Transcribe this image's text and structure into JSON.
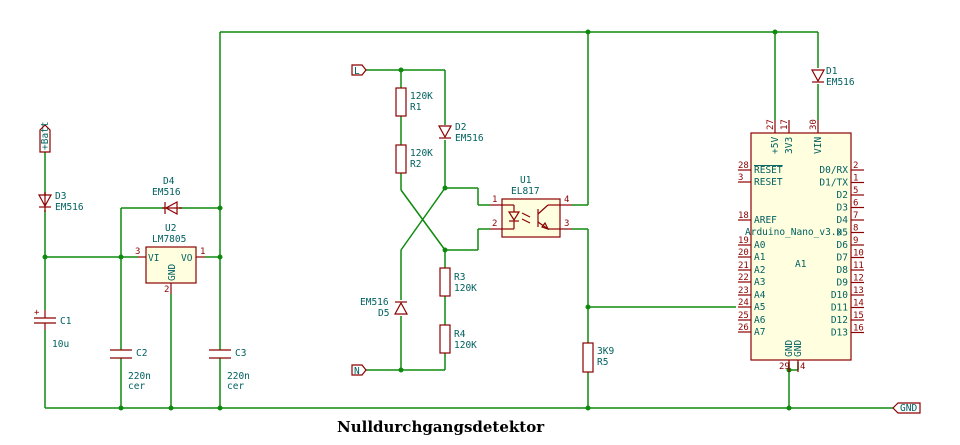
{
  "title": "Nulldurchgangsdetektor",
  "ports": {
    "batt": "+Batt",
    "live": "L",
    "neutral": "N",
    "gnd": "GND"
  },
  "components": {
    "d3": {
      "ref": "D3",
      "value": "EM516"
    },
    "d4": {
      "ref": "D4",
      "value": "EM516"
    },
    "d1": {
      "ref": "D1",
      "value": "EM516"
    },
    "d2": {
      "ref": "D2",
      "value": "EM516"
    },
    "d5": {
      "ref": "D5",
      "value": "EM516"
    },
    "u2": {
      "ref": "U2",
      "value": "LM7805",
      "pin_vi": "VI",
      "pin_vo": "VO",
      "pin_gnd": "GND",
      "n_vi": "3",
      "n_vo": "1",
      "n_gnd": "2"
    },
    "c1": {
      "ref": "C1",
      "value": "10u"
    },
    "c2": {
      "ref": "C2",
      "value": "220n",
      "type": "cer"
    },
    "c3": {
      "ref": "C3",
      "value": "220n",
      "type": "cer"
    },
    "r1": {
      "ref": "R1",
      "value": "120K"
    },
    "r2": {
      "ref": "R2",
      "value": "120K"
    },
    "r3": {
      "ref": "R3",
      "value": "120K"
    },
    "r4": {
      "ref": "R4",
      "value": "120K"
    },
    "r5": {
      "ref": "R5",
      "value": "3K9"
    },
    "u1": {
      "ref": "U1",
      "value": "EL817",
      "n1": "1",
      "n2": "2",
      "n3": "3",
      "n4": "4"
    },
    "a1": {
      "ref": "A1",
      "value": "Arduino_Nano_v3.x",
      "top_pins": [
        {
          "num": "27",
          "label": "+5V"
        },
        {
          "num": "17",
          "label": "3V3"
        },
        {
          "num": "30",
          "label": "VIN"
        }
      ],
      "bottom_pins": [
        {
          "num": "29",
          "label": "GND"
        },
        {
          "num": "4",
          "label": "GND"
        }
      ],
      "left_pins": [
        {
          "num": "28",
          "label": "RESET"
        },
        {
          "num": "3",
          "label": "RESET"
        },
        {
          "num": "18",
          "label": "AREF"
        },
        {
          "num": "19",
          "label": "A0"
        },
        {
          "num": "20",
          "label": "A1"
        },
        {
          "num": "21",
          "label": "A2"
        },
        {
          "num": "22",
          "label": "A3"
        },
        {
          "num": "23",
          "label": "A4"
        },
        {
          "num": "24",
          "label": "A5"
        },
        {
          "num": "25",
          "label": "A6"
        },
        {
          "num": "26",
          "label": "A7"
        }
      ],
      "right_pins": [
        {
          "num": "2",
          "label": "D0/RX"
        },
        {
          "num": "1",
          "label": "D1/TX"
        },
        {
          "num": "5",
          "label": "D2"
        },
        {
          "num": "6",
          "label": "D3"
        },
        {
          "num": "7",
          "label": "D4"
        },
        {
          "num": "8",
          "label": "D5"
        },
        {
          "num": "9",
          "label": "D6"
        },
        {
          "num": "10",
          "label": "D7"
        },
        {
          "num": "11",
          "label": "D8"
        },
        {
          "num": "12",
          "label": "D9"
        },
        {
          "num": "13",
          "label": "D10"
        },
        {
          "num": "14",
          "label": "D11"
        },
        {
          "num": "15",
          "label": "D12"
        },
        {
          "num": "16",
          "label": "D13"
        }
      ]
    }
  },
  "colors": {
    "wire": "#0e8a0e",
    "component": "#8b0000",
    "label": "#006060",
    "body_fill": "#ffffe0"
  }
}
